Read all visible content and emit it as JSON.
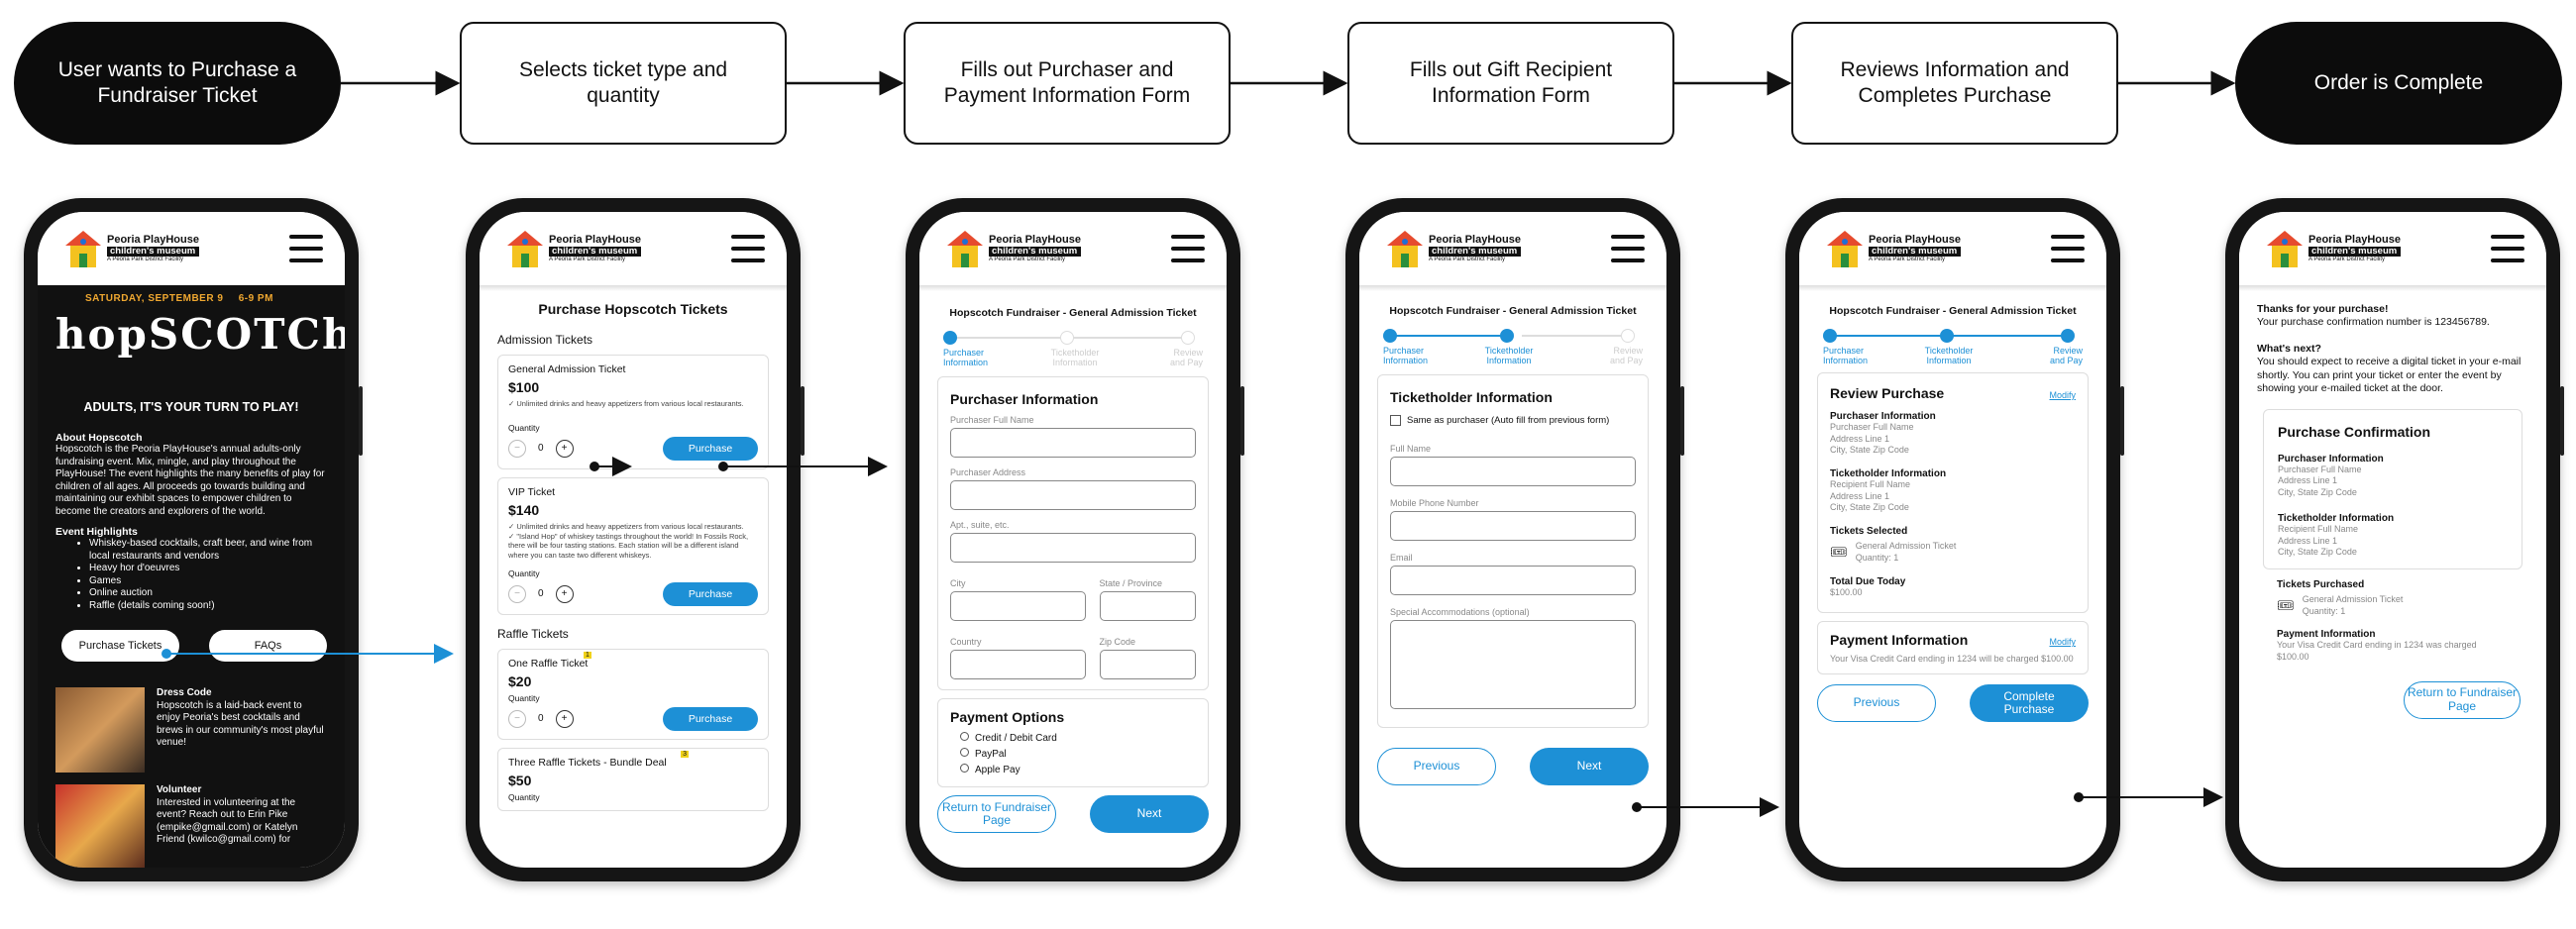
{
  "flow": {
    "n1": "User wants to Purchase a Fundraiser Ticket",
    "n2": "Selects ticket type and quantity",
    "n3": "Fills out Purchaser and Payment Information Form",
    "n4": "Fills out Gift Recipient Information Form",
    "n5": "Reviews Information and Completes Purchase",
    "n6": "Order is Complete"
  },
  "logo": {
    "line1": "Peoria PlayHouse",
    "line2": "children's museum",
    "line3": "A Peoria Park District Facility"
  },
  "s1": {
    "banner_date": "SATURDAY, SEPTEMBER 9",
    "banner_time": "6-9 PM",
    "banner_word": "hopSCOTCh",
    "tagline": "ADULTS, IT'S YOUR TURN TO PLAY!",
    "about_title": "About Hopscotch",
    "about_body": "Hopscotch is the Peoria PlayHouse's annual adults-only fundraising event. Mix, mingle, and play throughout the PlayHouse! The event highlights the many benefits of play for children of all ages. All proceeds go towards building and maintaining our exhibit spaces to empower children to become the creators and explorers of the world.",
    "highlights_title": "Event Highlights",
    "highlights": [
      "Whiskey-based cocktails, craft beer, and wine from local restaurants and vendors",
      "Heavy hor d'oeuvres",
      "Games",
      "Online auction",
      "Raffle (details coming soon!)"
    ],
    "btn_purchase": "Purchase Tickets",
    "btn_faq": "FAQs",
    "dress_title": "Dress Code",
    "dress_body": "Hopscotch is a laid-back event to enjoy Peoria's best cocktails and brews in our community's most playful venue!",
    "vol_title": "Volunteer",
    "vol_body": "Interested in volunteering at the event? Reach out to Erin Pike (empike@gmail.com) or Katelyn Friend (kwilco@gmail.com) for"
  },
  "s2": {
    "title": "Purchase Hopscotch Tickets",
    "admission_heading": "Admission Tickets",
    "t1_name": "General Admission Ticket",
    "t1_price": "$100",
    "t1_desc": "✓ Unlimited drinks and heavy appetizers from various local restaurants.",
    "t2_name": "VIP Ticket",
    "t2_price": "$140",
    "t2_desc": "✓ Unlimited drinks and heavy appetizers from various local restaurants.\n✓ \"Island Hop\" of whiskey tastings throughout the world! In Fossils Rock, there will be four tasting stations. Each station will be a different island where you can taste two different whiskeys.",
    "raffle_heading": "Raffle Tickets",
    "t3_name": "One Raffle Ticket",
    "t3_price": "$20",
    "t4_name": "Three Raffle Tickets - Bundle Deal",
    "t4_price": "$50",
    "qty_label": "Quantity",
    "qty_value": "0",
    "minus": "−",
    "plus": "+",
    "purchase": "Purchase",
    "badge1": "1",
    "badge3": "3"
  },
  "common": {
    "event_title": "Hopscotch Fundraiser - General Admission Ticket",
    "step1": "Purchaser Information",
    "step2": "Ticketholder Information",
    "step3": "Review and Pay"
  },
  "s3": {
    "form_title": "Purchaser Information",
    "f1": "Purchaser Full Name",
    "f2": "Purchaser Address",
    "f3": "Apt., suite, etc.",
    "f4": "City",
    "f5": "State / Province",
    "f6": "Country",
    "f7": "Zip Code",
    "pay_title": "Payment Options",
    "pay_opts": [
      "Credit / Debit Card",
      "PayPal",
      "Apple Pay"
    ],
    "btn_back": "Return to Fundraiser Page",
    "btn_next": "Next"
  },
  "s4": {
    "form_title": "Ticketholder Information",
    "same": "Same as purchaser (Auto fill from previous form)",
    "f1": "Full Name",
    "f2": "Mobile Phone Number",
    "f3": "Email",
    "f4": "Special Accommodations (optional)",
    "btn_prev": "Previous",
    "btn_next": "Next"
  },
  "s5": {
    "review_title": "Review Purchase",
    "modify": "Modify",
    "pur_title": "Purchaser Information",
    "pur_lines": [
      "Purchaser Full Name",
      "Address Line 1",
      "City, State Zip Code"
    ],
    "th_title": "Ticketholder Information",
    "th_lines": [
      "Recipient Full Name",
      "Address Line 1",
      "City, State Zip Code"
    ],
    "sel_title": "Tickets Selected",
    "sel_line1": "General Admission Ticket",
    "sel_line2": "Quantity: 1",
    "due_title": "Total Due Today",
    "due_val": "$100.00",
    "pay_title": "Payment Information",
    "pay_body": "Your Visa Credit Card ending in 1234 will be charged $100.00",
    "btn_prev": "Previous",
    "btn_complete": "Complete Purchase"
  },
  "s6": {
    "thanks": "Thanks for your purchase!",
    "conf": "Your purchase confirmation number is 123456789.",
    "next_title": "What's next?",
    "next_body": "You should expect to receive a digital ticket in your e-mail shortly. You can print your ticket or enter the event by showing your e-mailed ticket at the door.",
    "card_title": "Purchase Confirmation",
    "pur_title": "Purchaser Information",
    "pur_lines": [
      "Purchaser Full Name",
      "Address Line 1",
      "City, State Zip Code"
    ],
    "th_title": "Ticketholder Information",
    "th_lines": [
      "Recipient Full Name",
      "Address Line 1",
      "City, State Zip Code"
    ],
    "tp_title": "Tickets Purchased",
    "tp_line1": "General Admission Ticket",
    "tp_line2": "Quantity: 1",
    "pay_title": "Payment Information",
    "pay_body": "Your Visa Credit Card ending in 1234 was charged $100.00",
    "btn_return": "Return to Fundraiser Page"
  }
}
